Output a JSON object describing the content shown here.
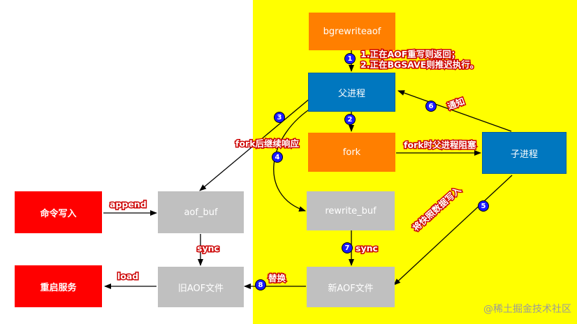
{
  "nodes": {
    "bgrewriteaof": "bgrewriteaof",
    "parent": "父进程",
    "fork": "fork",
    "child": "子进程",
    "cmd_write": "命令写入",
    "aof_buf": "aof_buf",
    "rewrite_buf": "rewrite_buf",
    "restart": "重启服务",
    "old_aof": "旧AOF文件",
    "new_aof": "新AOF文件"
  },
  "labels": {
    "note_line1": "1.正在AOF重写则返回；",
    "note_line2": "2.正在BGSAVE则推迟执行。",
    "notify": "通知",
    "fork_continue": "fork后继续响应",
    "fork_block": "fork时父进程阻塞",
    "append": "append",
    "sync_left": "sync",
    "sync_right": "sync",
    "snapshot_write": "将快照数据写入",
    "load": "load",
    "replace": "替换"
  },
  "steps": [
    "1",
    "2",
    "3",
    "4",
    "5",
    "6",
    "7",
    "8"
  ],
  "watermark": "@稀土掘金技术社区",
  "colors": {
    "highlight": "#ffff00",
    "blue_box": "#0077bf",
    "orange_box": "#ff7f00",
    "red_box": "#ff0000",
    "gray_box": "#c0c0c0",
    "step_badge": "#1a1aff",
    "label_outline": "#cc0000"
  }
}
